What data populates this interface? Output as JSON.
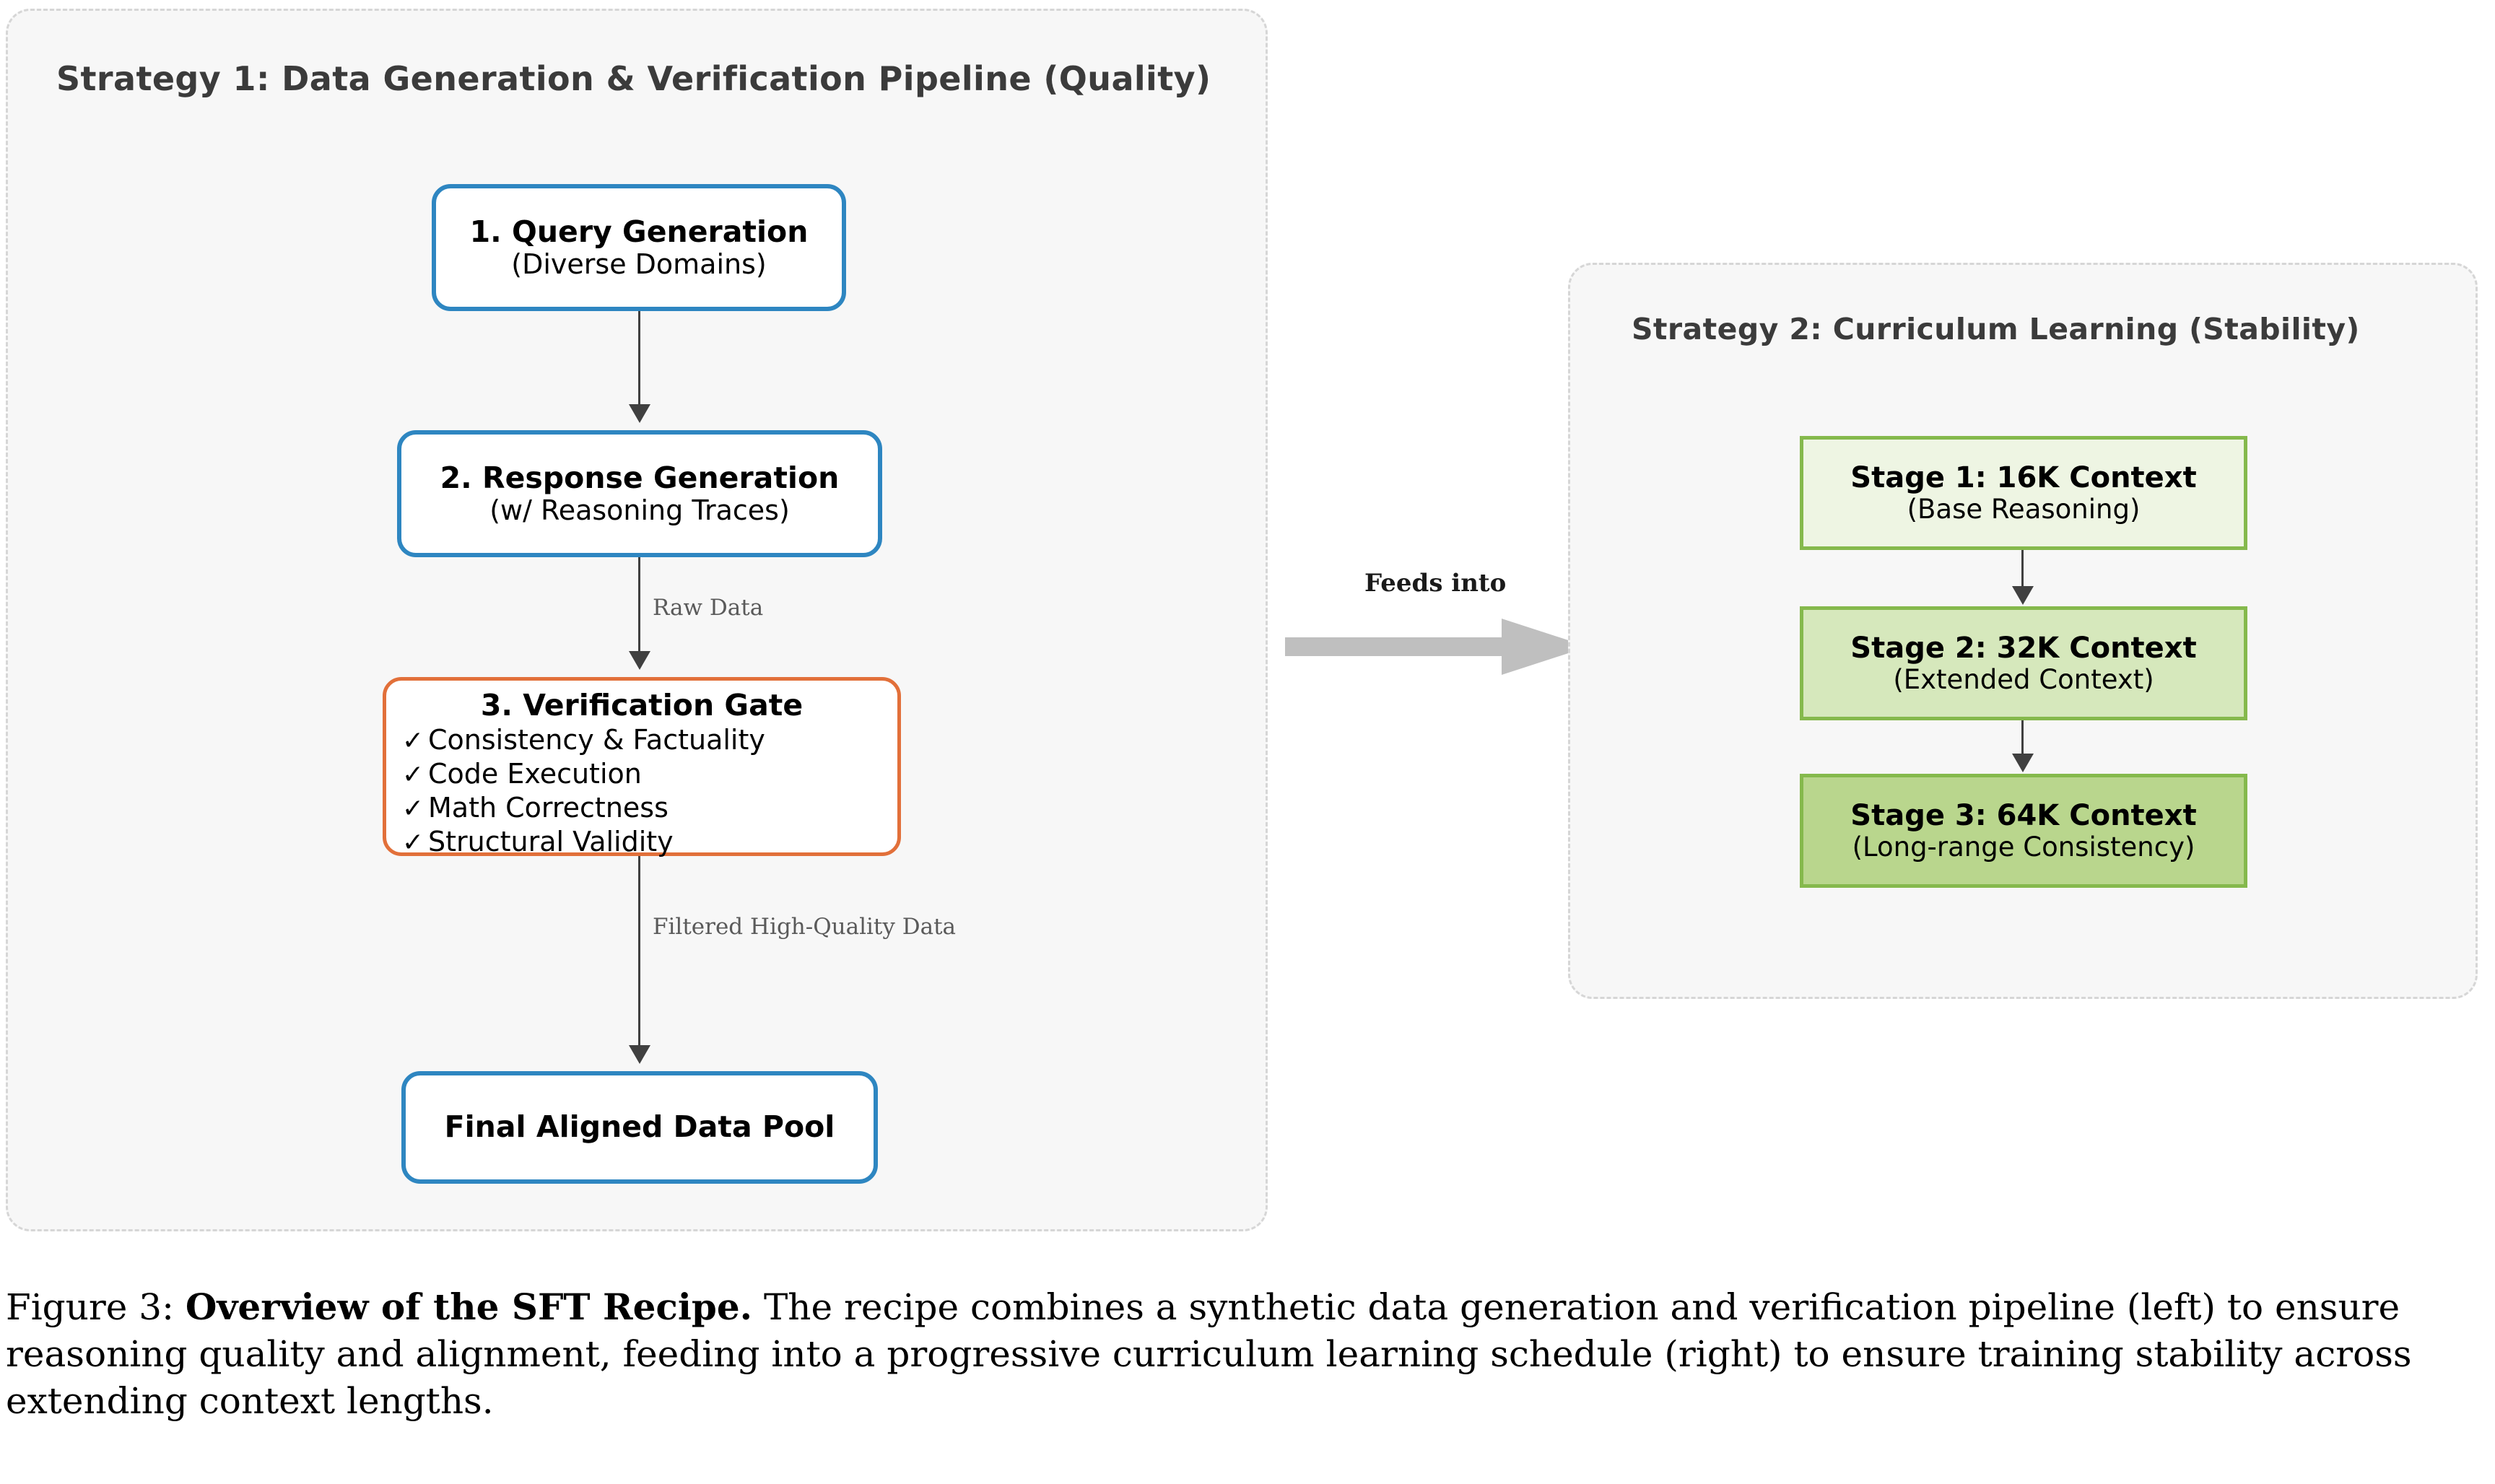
{
  "figure": {
    "caption_prefix": "Figure 3: ",
    "caption_bold": "Overview of the SFT Recipe.",
    "caption_rest": " The recipe combines a synthetic data generation and verification pipeline (left) to ensure reasoning quality and alignment, feeding into a progressive curriculum learning schedule (right) to ensure training stability across extending context lengths."
  },
  "colors": {
    "panel_bg": "#f7f7f7",
    "panel_border": "#d6d6d6",
    "blue_border": "#2e86c1",
    "orange_border": "#e2703a",
    "green_border": "#85b94c",
    "stage1_fill": "#eef5e3",
    "stage2_fill": "#d6e8bc",
    "stage3_fill": "#b9d68d",
    "connector": "#404040",
    "feeds_arrow": "#bfbfbf",
    "title_text": "#3b3b3b",
    "edge_label_text": "#5a5a5a"
  },
  "strategy1": {
    "title": "Strategy 1: Data Generation & Verification Pipeline (Quality)",
    "nodes": {
      "query": {
        "line1": "1. Query Generation",
        "line2": "(Diverse Domains)"
      },
      "response": {
        "line1": "2. Response Generation",
        "line2": "(w/ Reasoning Traces)"
      },
      "verify": {
        "title": "3. Verification Gate",
        "tick": "✓",
        "checks": [
          "Consistency & Factuality",
          "Code Execution",
          "Math Correctness",
          "Structural Validity"
        ]
      },
      "pool": {
        "line1": "Final Aligned Data Pool"
      }
    },
    "edges": {
      "raw_data": "Raw Data",
      "filtered": "Filtered High-Quality Data"
    }
  },
  "bridge": {
    "label": "Feeds into"
  },
  "strategy2": {
    "title": "Strategy 2: Curriculum Learning (Stability)",
    "stages": [
      {
        "line1": "Stage 1: 16K Context",
        "line2": "(Base Reasoning)"
      },
      {
        "line1": "Stage 2: 32K Context",
        "line2": "(Extended Context)"
      },
      {
        "line1": "Stage 3: 64K Context",
        "line2": "(Long-range Consistency)"
      }
    ]
  }
}
